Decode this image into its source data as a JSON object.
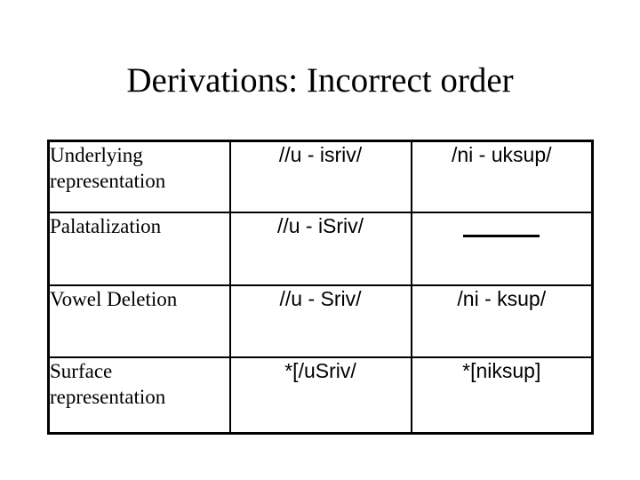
{
  "slide": {
    "title": "Derivations: Incorrect order",
    "background_color": "#ffffff",
    "text_color": "#000000"
  },
  "table": {
    "columns": [
      {
        "key": "stage",
        "header": ""
      },
      {
        "key": "form_a",
        "header": ""
      },
      {
        "key": "form_b",
        "header": ""
      }
    ],
    "rows": [
      {
        "stage": "Underlying representation",
        "form_a": "//u - isriv/",
        "form_b": "/ni - uksup/",
        "form_b_is_blank_line": false
      },
      {
        "stage": "Palatalization",
        "form_a": "//u - iSriv/",
        "form_b": "______",
        "form_b_is_blank_line": true
      },
      {
        "stage": "Vowel Deletion",
        "form_a": "//u - Sriv/",
        "form_b": "/ni - ksup/",
        "form_b_is_blank_line": false
      },
      {
        "stage": "Surface representation",
        "form_a": "*[/uSriv/",
        "form_b": "*[niksup]",
        "form_b_is_blank_line": false
      }
    ]
  }
}
